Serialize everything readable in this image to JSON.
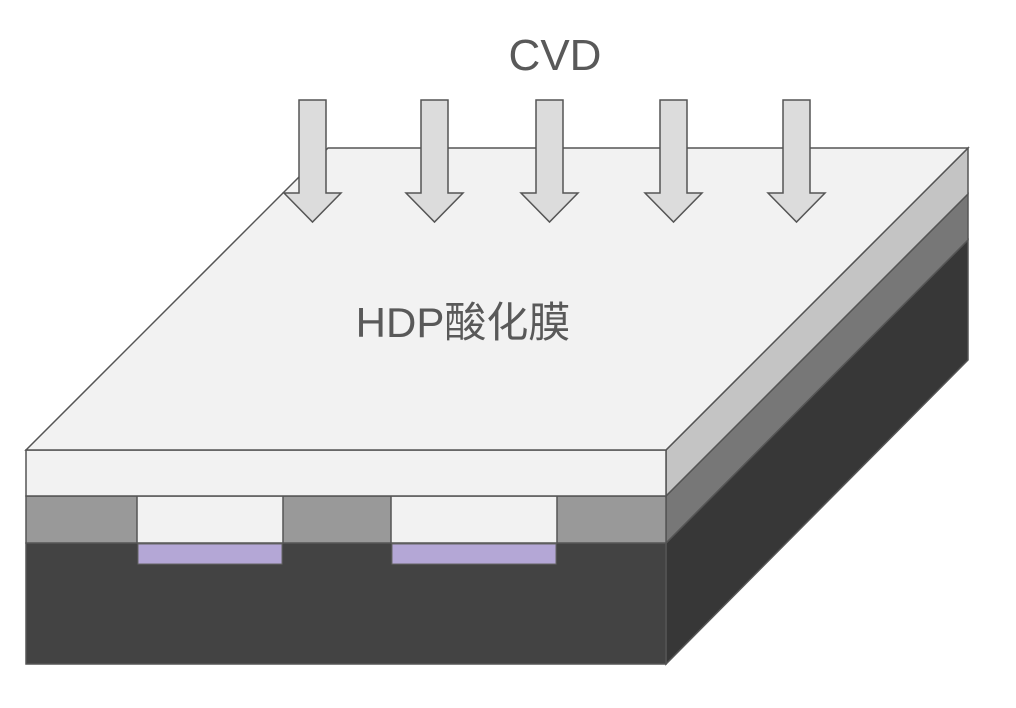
{
  "process_label": "CVD",
  "film_label": "HDP酸化膜",
  "colors": {
    "film_top": "#f2f2f2",
    "film_front": "#f2f2f2",
    "film_right": "#c4c4c4",
    "layer2_front": "#999999",
    "layer2_right": "#777777",
    "substrate_front": "#434343",
    "substrate_right": "#373737",
    "trench_fill": "#f2f2f2",
    "trench_liner": "#b4a7d6",
    "arrow_fill": "#dcdcdc",
    "outline": "#555555"
  },
  "arrow_icon": "down-arrow-icon",
  "arrow_count": 5
}
